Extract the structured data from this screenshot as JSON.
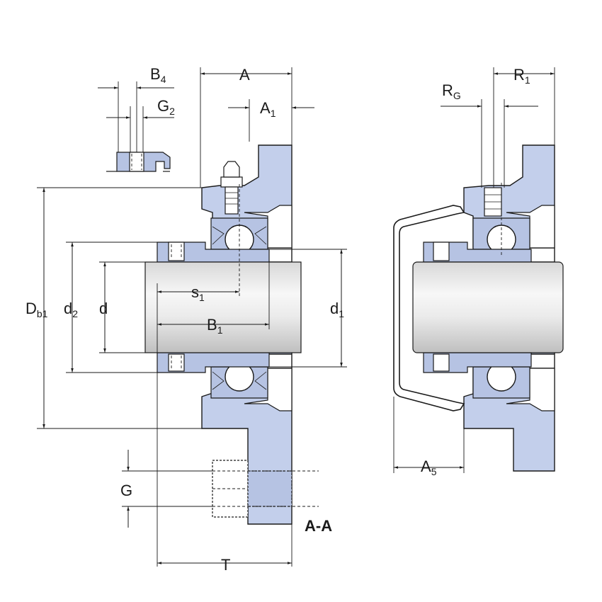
{
  "labels": {
    "B4": {
      "main": "B",
      "sub": "4"
    },
    "G2": {
      "main": "G",
      "sub": "2"
    },
    "A": {
      "main": "A"
    },
    "A1": {
      "main": "A",
      "sub": "1"
    },
    "RG": {
      "main": "R",
      "sub": "G"
    },
    "R1": {
      "main": "R",
      "sub": "1"
    },
    "Db1": {
      "main": "D",
      "sub": "b1"
    },
    "d2": {
      "main": "d",
      "sub": "2"
    },
    "d": {
      "main": "d"
    },
    "s1": {
      "main": "s",
      "sub": "1"
    },
    "B1": {
      "main": "B",
      "sub": "1"
    },
    "d1": {
      "main": "d",
      "sub": "1"
    },
    "G": {
      "main": "G"
    },
    "T": {
      "main": "T"
    },
    "A5": {
      "main": "A",
      "sub": "5"
    },
    "section": "A-A"
  },
  "colors": {
    "housing_fill": "#c3cfeb",
    "line": "#1a1a1a",
    "background": "#ffffff"
  }
}
